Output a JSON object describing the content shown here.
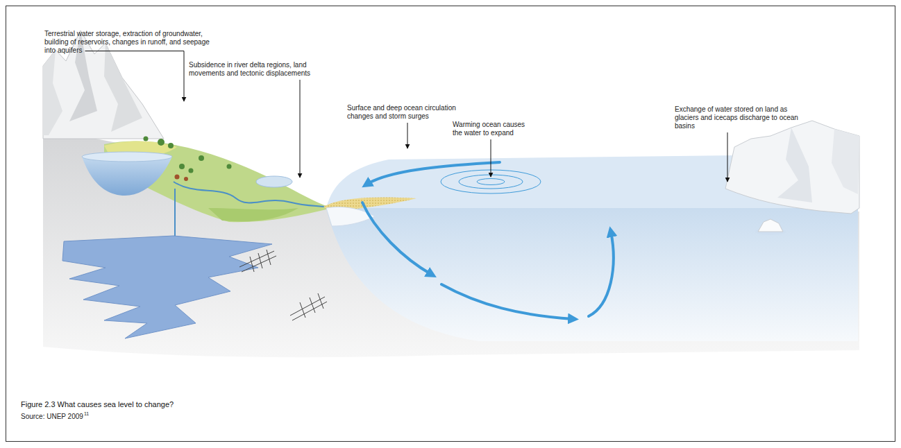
{
  "diagram": {
    "caption": "Figure 2.3 What causes sea level to change?",
    "labels": [
      "Terrestrial water storage, extraction of groundwater, building of reservoirs, changes in runoff, and seepage into aquifers",
      "Subsidence in river delta regions, land movements and tectonic displacements",
      "Surface and deep ocean circulation changes and storm surges",
      "Warming ocean causes the water to expand",
      "Exchange of water stored on land as glaciers and icecaps discharge to ocean basins",
      "Source: UNEP 2009",
      "11"
    ]
  }
}
